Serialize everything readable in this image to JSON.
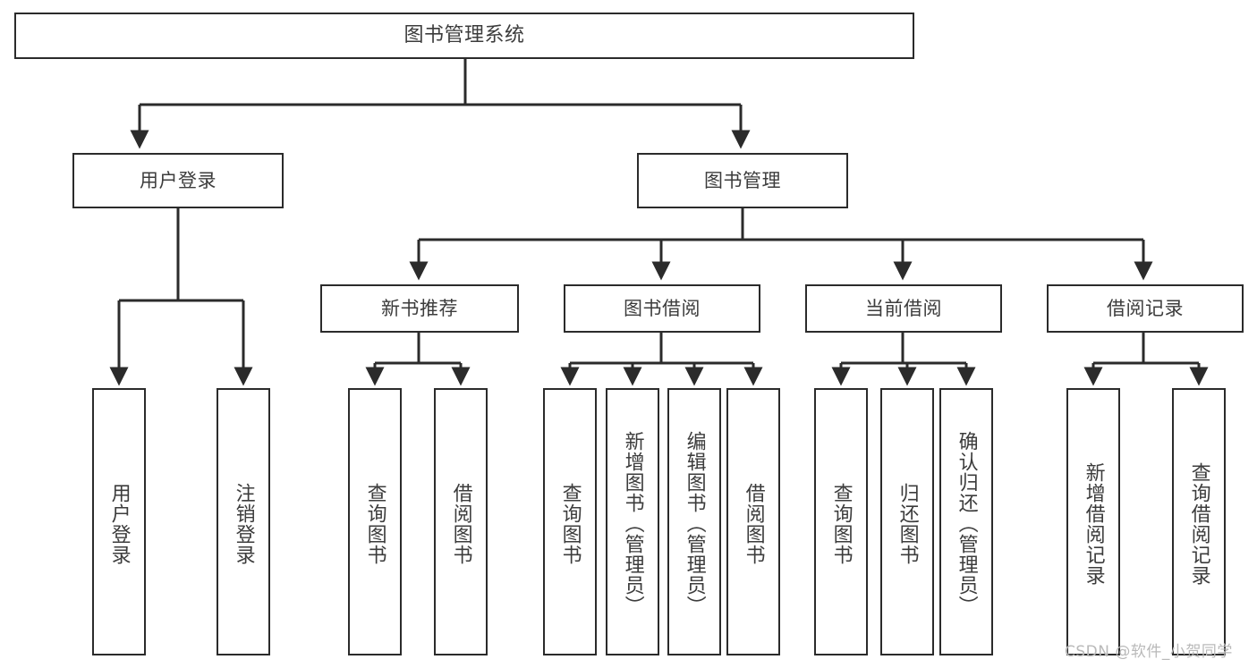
{
  "diagram": {
    "title": "图书管理系统",
    "type": "tree-hierarchy",
    "root": {
      "label": "图书管理系统"
    },
    "level2": [
      {
        "label": "用户登录"
      },
      {
        "label": "图书管理"
      }
    ],
    "level3": [
      {
        "label": "新书推荐"
      },
      {
        "label": "图书借阅"
      },
      {
        "label": "当前借阅"
      },
      {
        "label": "借阅记录"
      }
    ],
    "leaves": {
      "user_login": [
        {
          "label": "用户登录"
        },
        {
          "label": "注销登录"
        }
      ],
      "new_book_recommend": [
        {
          "label": "查询图书"
        },
        {
          "label": "借阅图书"
        }
      ],
      "book_borrow": [
        {
          "label": "查询图书"
        },
        {
          "label": "新增图书（管理员）"
        },
        {
          "label": "编辑图书（管理员）"
        },
        {
          "label": "借阅图书"
        }
      ],
      "current_borrow": [
        {
          "label": "查询图书"
        },
        {
          "label": "归还图书"
        },
        {
          "label": "确认归还（管理员）"
        }
      ],
      "borrow_record": [
        {
          "label": "新增借阅记录"
        },
        {
          "label": "查询借阅记录"
        }
      ]
    },
    "watermark": "CSDN @软件_小贺同学",
    "colors": {
      "stroke": "#2b2b2b",
      "text": "#3c3c3c",
      "background": "#ffffff",
      "watermark": "#b9b9b9"
    }
  }
}
